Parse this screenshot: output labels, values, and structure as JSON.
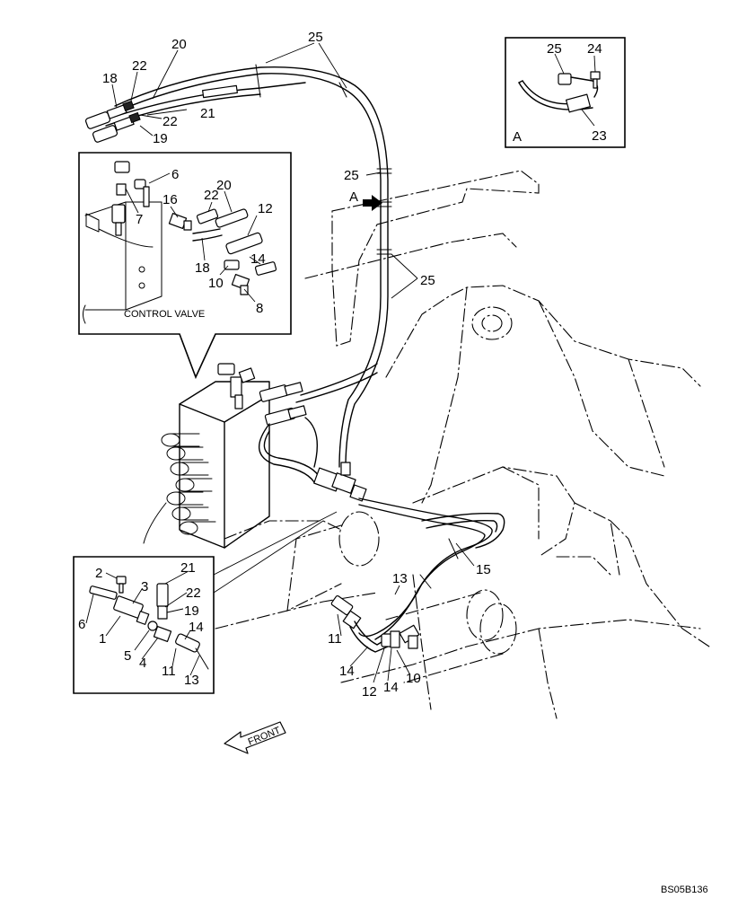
{
  "diagram": {
    "reference_code": "BS05B136",
    "detail_view_letter": "A",
    "detail_arrow_label": "A",
    "control_valve_label": "CONTROL VALVE",
    "front_label": "FRONT"
  },
  "callouts": {
    "main": [
      "25",
      "20",
      "22",
      "18",
      "21",
      "22",
      "19",
      "25",
      "25",
      "13",
      "15",
      "11",
      "14",
      "12",
      "14",
      "10"
    ],
    "detail_a": [
      "25",
      "24",
      "23"
    ],
    "control_valve_box": [
      "6",
      "7",
      "16",
      "22",
      "20",
      "12",
      "18",
      "14",
      "10",
      "8"
    ],
    "lower_box": [
      "2",
      "3",
      "21",
      "22",
      "19",
      "6",
      "1",
      "5",
      "4",
      "14",
      "11",
      "13"
    ]
  }
}
